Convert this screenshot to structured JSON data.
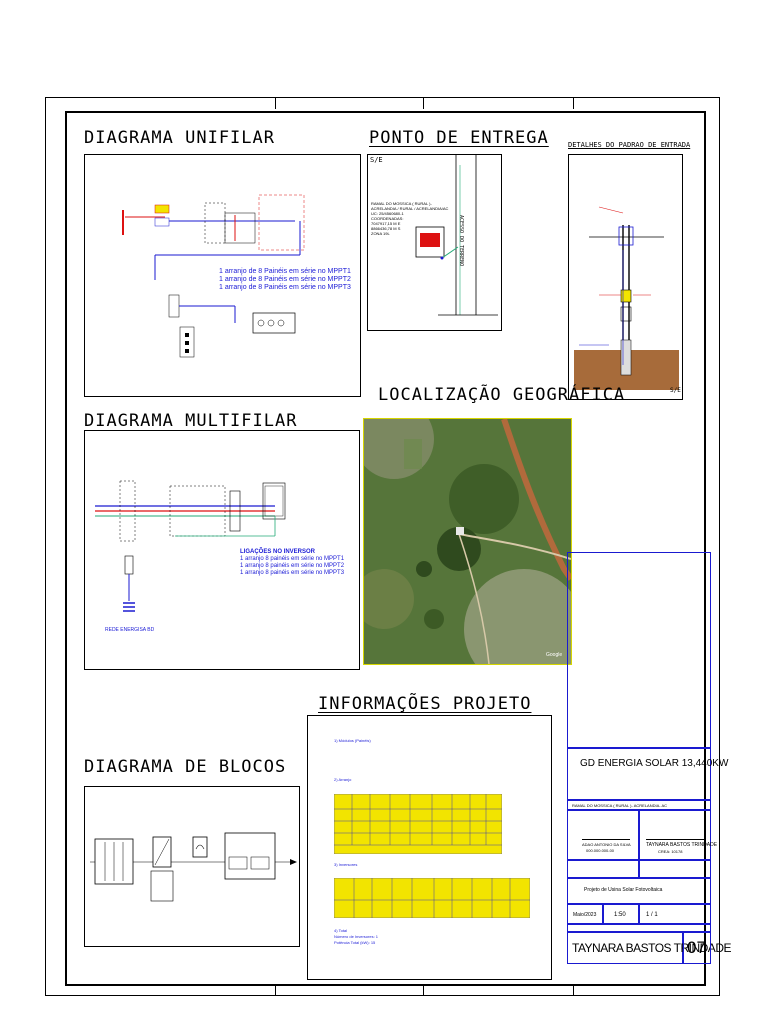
{
  "sections": {
    "unifilar_title": "DIAGRAMA UNIFILAR",
    "entrega_title": "PONTO DE ENTREGA",
    "padrao_title": "DETALHES DO PADRAO DE ENTRADA",
    "localizacao_title": "LOCALIZAÇÃO GEOGRÁFICA",
    "multifilar_title": "DIAGRAMA MULTIFILAR",
    "informacoes_title": "INFORMAÇÕES PROJETO",
    "blocos_title": "DIAGRAMA DE BLOCOS"
  },
  "unifilar": {
    "arranjos": [
      "1 arranjo de 8 Painéis em série no MPPT1",
      "1 arranjo de 8 Painéis em série no MPPT2",
      "1 arranjo de 8 Painéis em série no MPPT3"
    ]
  },
  "entrega": {
    "se_label": "S/E",
    "address_lines": [
      "RAMAL DO MOSSICA ( RURAL )-",
      "ACRELANDIA / RURAL / ACRELANDIA/AC",
      "UC: 25/4560680-1",
      "COORDENADAS:",
      "7047917,15 M E",
      "8866436,78 M S",
      "ZONA 19L"
    ],
    "road_label": "ACESSO DO TERRENO"
  },
  "padrao": {
    "se_label": "S/E"
  },
  "multifilar": {
    "ligacoes_title": "LIGAÇÕES NO INVERSOR",
    "ligacoes": [
      "1 arranjo 8 painéis em série no MPPT1",
      "1 arranjo 8 painéis em série no MPPT2",
      "1 arranjo 8 painéis em série no MPPT3"
    ],
    "rede_label": "REDE ENERGISA BD"
  },
  "map": {
    "watermark": "Google"
  },
  "informacoes": {
    "section_a": "1) Módulos (Painéis)",
    "section_b": "2) Arranjo",
    "section_c": "3) Inversores",
    "section_d": "4) Total",
    "total_lines": [
      "Número de Inversores: 1",
      "Potência Total (kW): 15"
    ]
  },
  "title_block": {
    "project_name": "GD ENERGIA SOLAR  13,440KW",
    "address": "RAMAL DO MOSSICA ( RURAL )- ACRELANDIA- AC",
    "owner_name": "ADAO ANTONIO DA SILVA",
    "owner_doc": "000.000.000-00",
    "engineer_name": "TAYNARA BASTOS TRINDADE",
    "engineer_crea": "CREA: 10178",
    "descricao": "Projeto de Usina Solar Fotovoltaica",
    "date": "Maio/2023",
    "scale": "1:50",
    "sheet_code": "1 / 1",
    "signature": "TAYNARA BASTOS TRINDADE",
    "sheet_number": "07"
  },
  "colors": {
    "accent_blue": "#1a1ad0",
    "accent_red": "#d11111",
    "table_yellow": "#f2e400",
    "map_green": "#4a6b2a"
  }
}
